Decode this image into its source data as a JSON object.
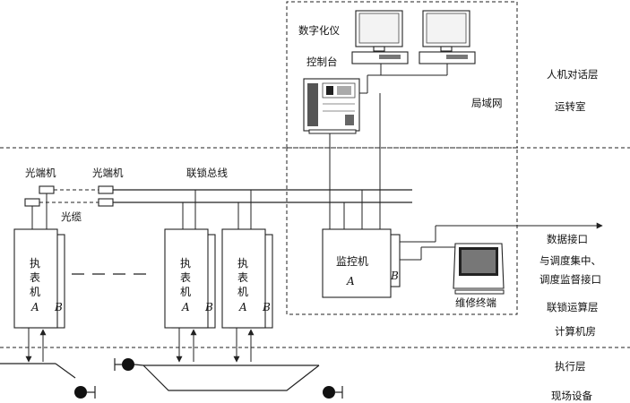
{
  "layers": {
    "hmi_layer": "人机对话层",
    "operation_room": "运转室",
    "interlock_layer": "联锁运算层",
    "computer_room": "计算机房",
    "execution_layer": "执行层",
    "field_equipment": "现场设备"
  },
  "control_room": {
    "console_line1": "数字化仪",
    "console_line2": "控制台",
    "lan": "局域网"
  },
  "network": {
    "optical_terminal_1": "光端机",
    "optical_terminal_2": "光端机",
    "optical_cable": "光缆",
    "interlock_bus": "联锁总线"
  },
  "executors": [
    {
      "chars": [
        "执",
        "表",
        "机"
      ],
      "a": "A",
      "b": "B"
    },
    {
      "chars": [
        "执",
        "表",
        "机"
      ],
      "a": "A",
      "b": "B"
    },
    {
      "chars": [
        "执",
        "表",
        "机"
      ],
      "a": "A",
      "b": "B"
    }
  ],
  "monitor": {
    "label": "监控机",
    "a": "A",
    "b": "B"
  },
  "maintenance_terminal": "维修终端",
  "interfaces": {
    "line1": "数据接口",
    "line2": "与调度集中、",
    "line3": "调度监督接口"
  },
  "icons": [
    "workstation-icon",
    "digitizer-console-icon",
    "maintenance-terminal-icon",
    "signal-icon",
    "track-icon"
  ]
}
